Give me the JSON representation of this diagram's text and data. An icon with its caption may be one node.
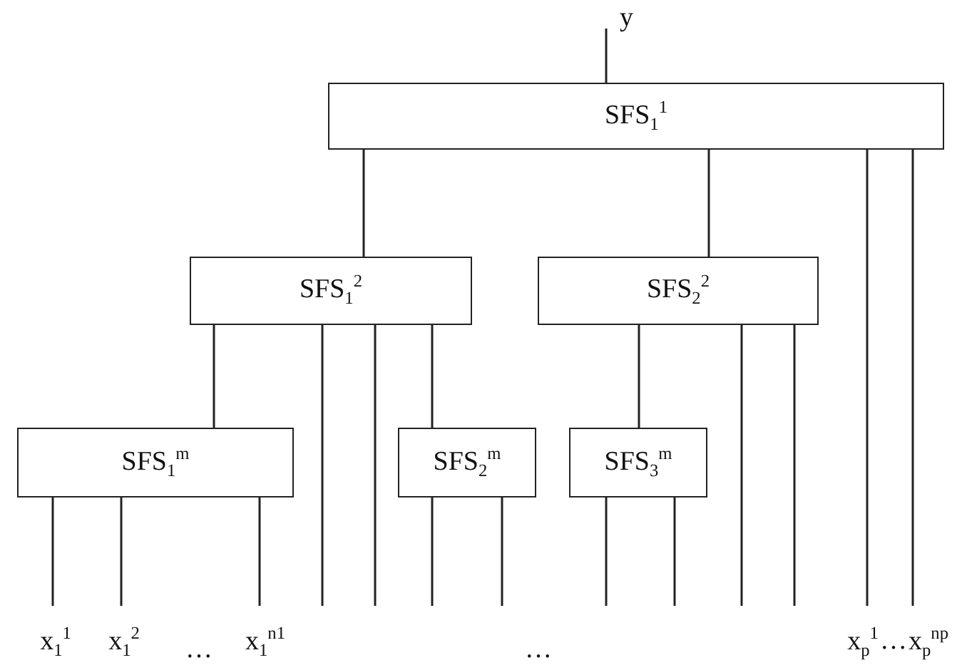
{
  "diagram": {
    "nodes": [
      {
        "text": [
          "y"
        ]
      },
      {
        "text": [
          "SFS$_{1}$$^{1}$"
        ]
      },
      {
        "text": [
          "SFS$_{1}$$^{2}$"
        ]
      },
      {
        "text": [
          "SFS$_{2}$$^{2}$"
        ]
      },
      {
        "text": [
          "SFS$_{1}$$^{m}$"
        ]
      },
      {
        "text": [
          "SFS$_{2}$$^{m}$"
        ]
      },
      {
        "text": [
          "SFS$_{3}$$^{m}$"
        ]
      },
      {
        "text": [
          "x$_{1}$$^{1}$"
        ]
      },
      {
        "text": [
          "x$_{1}$$^{2}$"
        ]
      },
      {
        "text": [
          "x$_{1}$$^{n1}$"
        ]
      },
      {
        "text": [
          "x$_{p}$$^{1}$"
        ]
      },
      {
        "text": [
          "x$_{p}$$^{np}$"
        ]
      }
    ],
    "edges": [
      {
        "from": 1,
        "to": 0,
        "arrow": "none"
      },
      {
        "from": 1,
        "to": 2,
        "arrow": "none"
      },
      {
        "from": 1,
        "to": 3,
        "arrow": "none"
      },
      {
        "from": 1,
        "to": 10,
        "arrow": "none"
      },
      {
        "from": 1,
        "to": 11,
        "arrow": "none"
      },
      {
        "from": 2,
        "to": 4,
        "arrow": "none"
      },
      {
        "from": 2,
        "to": null,
        "arrow": "none"
      },
      {
        "from": 2,
        "to": null,
        "arrow": "none"
      },
      {
        "from": 2,
        "to": 5,
        "arrow": "none"
      },
      {
        "from": 3,
        "to": 6,
        "arrow": "none"
      },
      {
        "from": 3,
        "to": null,
        "arrow": "none"
      },
      {
        "from": 3,
        "to": null,
        "arrow": "none"
      },
      {
        "from": 4,
        "to": 7,
        "arrow": "none"
      },
      {
        "from": 4,
        "to": 8,
        "arrow": "none"
      },
      {
        "from": 4,
        "to": 9,
        "arrow": "none"
      },
      {
        "from": 5,
        "to": null,
        "arrow": "none"
      },
      {
        "from": 5,
        "to": null,
        "arrow": "none"
      },
      {
        "from": 6,
        "to": null,
        "arrow": "none"
      },
      {
        "from": 6,
        "to": null,
        "arrow": "none"
      }
    ],
    "labels": [
      "…",
      "…",
      "…"
    ]
  }
}
